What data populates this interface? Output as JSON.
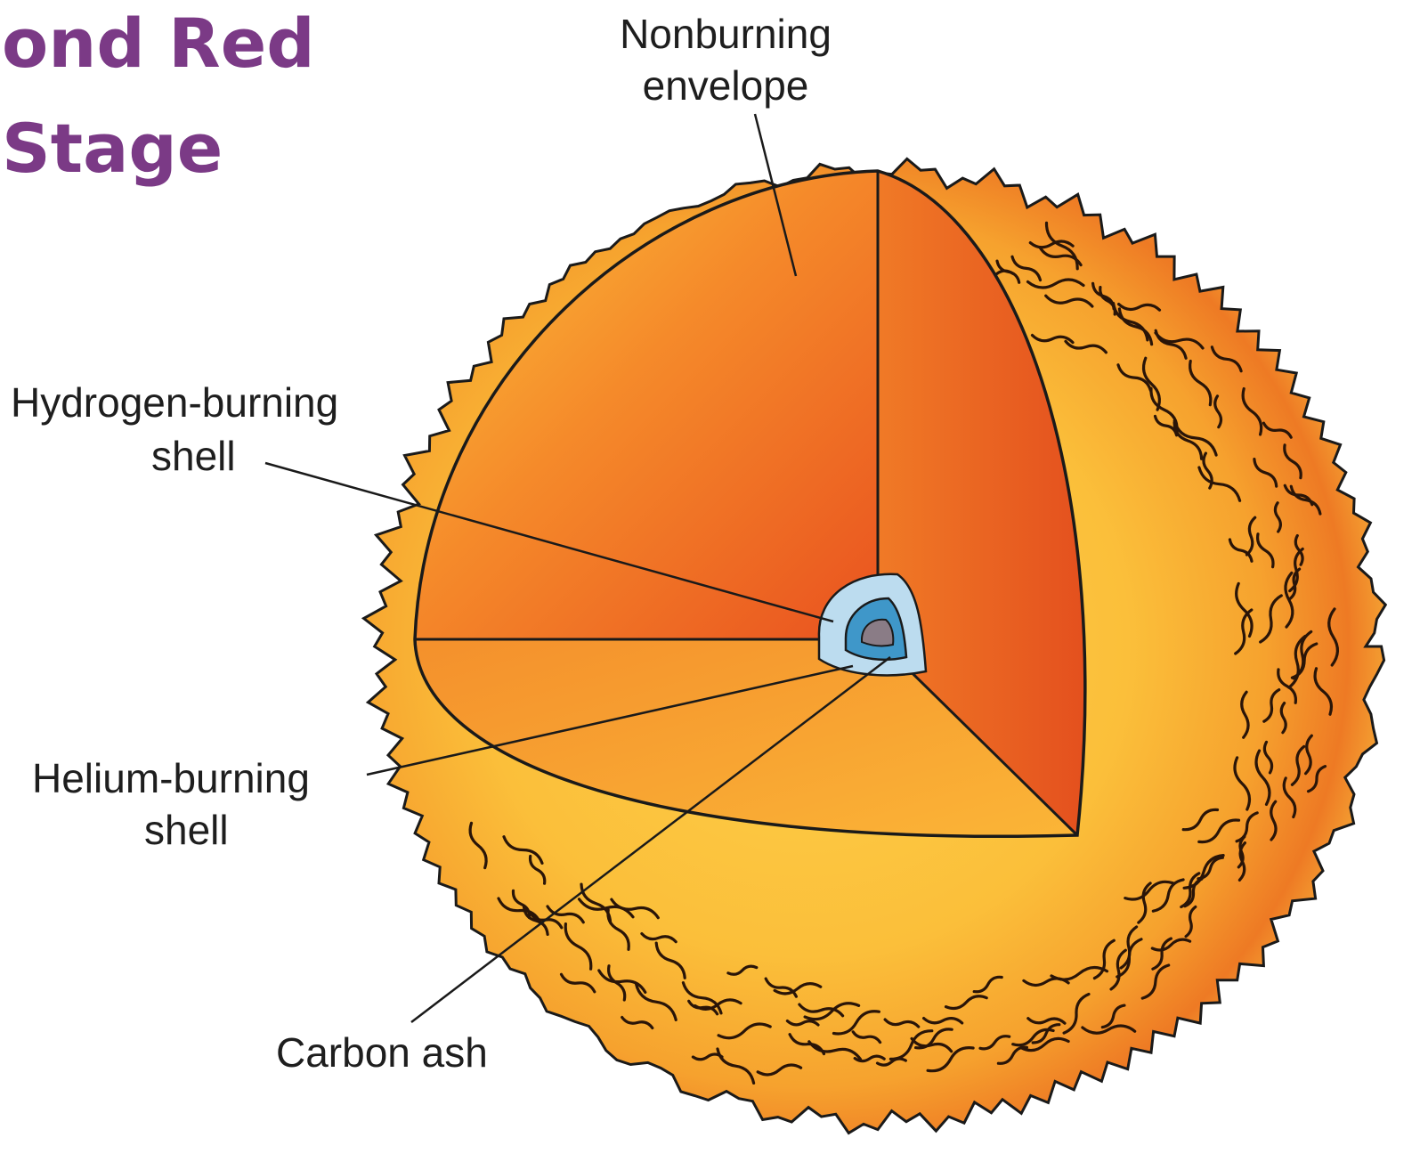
{
  "slide": {
    "title_line1": "ond Red",
    "title_line2": "Stage",
    "title_color": "#7b3a86"
  },
  "diagram": {
    "labels": {
      "envelope_line1": "Nonburning",
      "envelope_line2": "envelope",
      "hydrogen_line1": "Hydrogen-burning",
      "hydrogen_line2": "shell",
      "helium_line1": "Helium-burning",
      "helium_line2": "shell",
      "carbon": "Carbon ash"
    },
    "colors": {
      "outer_star": "#f6a52c",
      "cutaway_yellow": "#fbc23d",
      "interior_orange": "#ef6a24",
      "interior_red": "#e8501f",
      "hydrogen_shell": "#bcdcef",
      "helium_shell": "#3f97c9",
      "carbon_ash": "#8a7c86",
      "outline": "#1a1a1a"
    }
  }
}
